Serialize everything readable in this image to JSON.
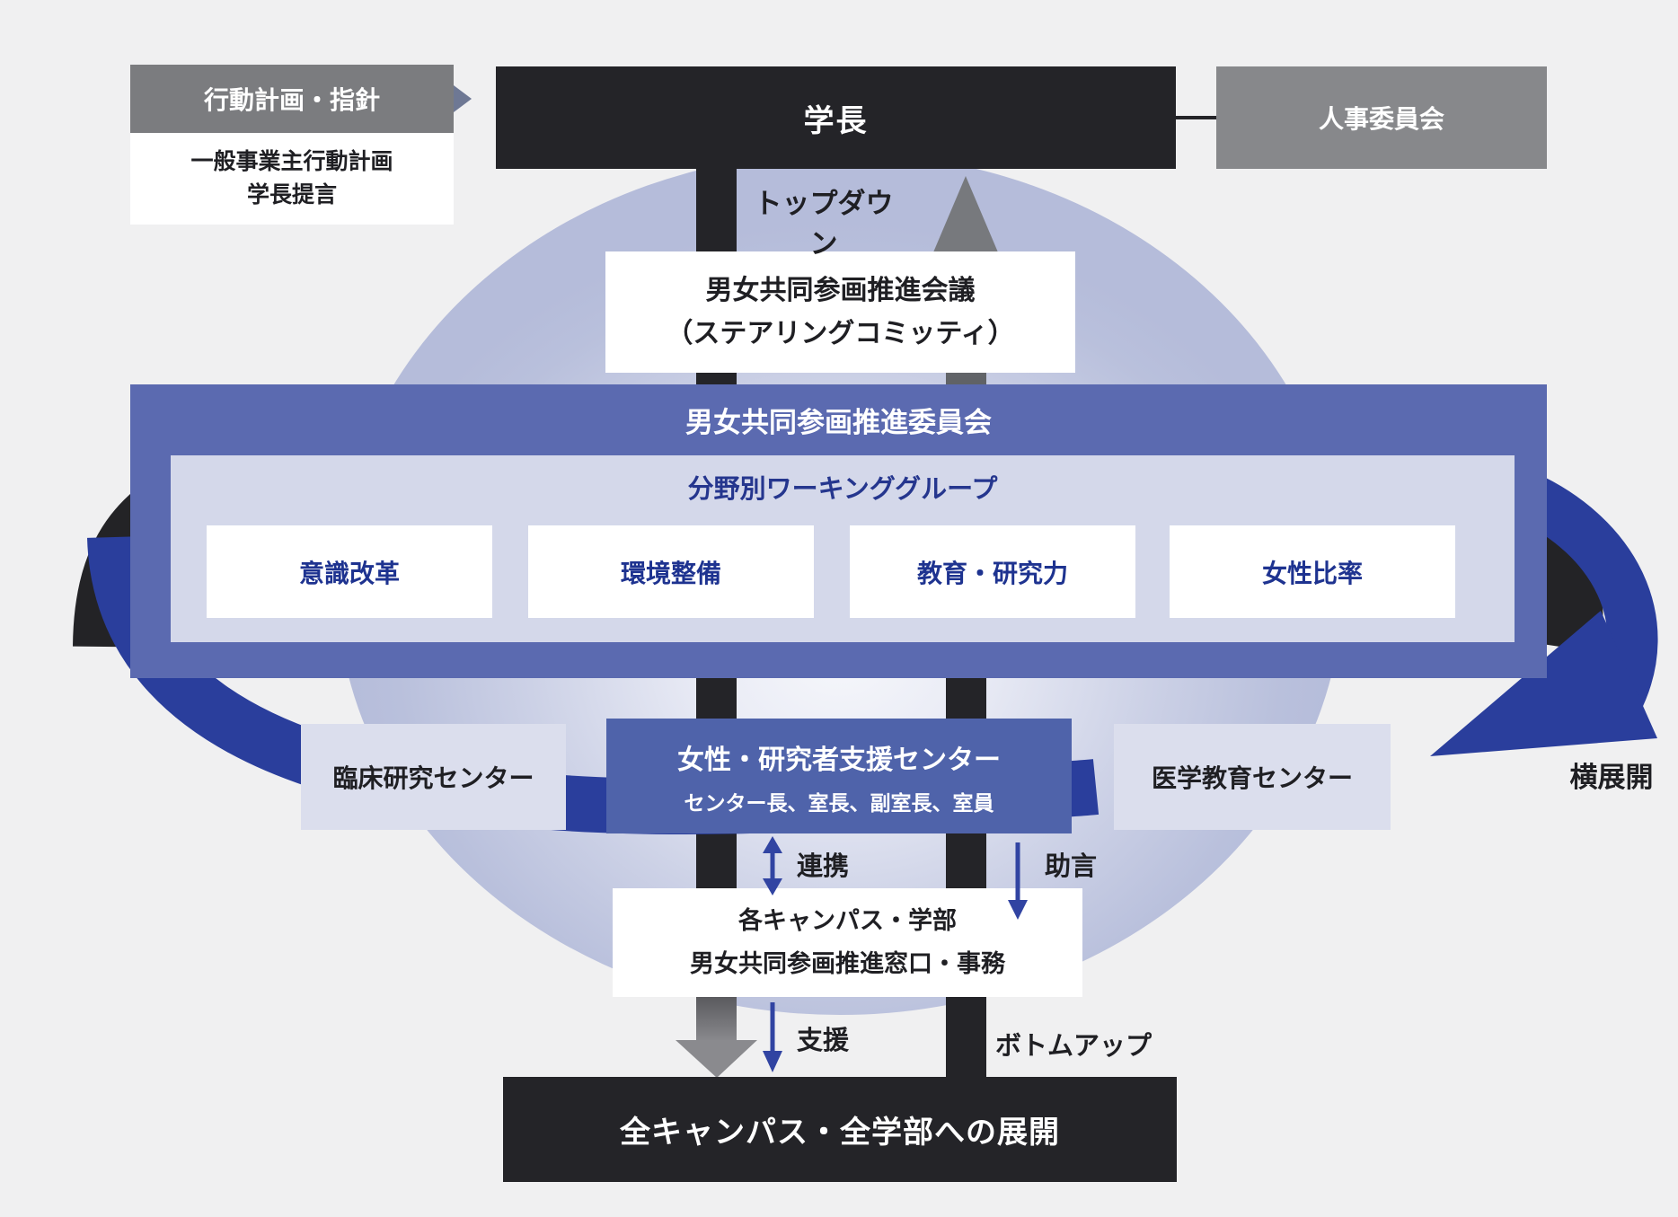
{
  "colors": {
    "background": "#f0f0f1",
    "band_blue": "#5b6ab0",
    "inner_lavender": "#d4d8ea",
    "deep_blue_text": "#1e3390",
    "support_box_blue": "#4f63aa",
    "swirl_blue": "#2a3e9c",
    "black_box": "#242428",
    "gray_box": "#7b7c7f",
    "thin_arrow_blue": "#3144a2"
  },
  "top_left": {
    "header": "行動計画・指針",
    "line1": "一般事業主行動計画",
    "line2": "学長提言"
  },
  "president": "学長",
  "hr_committee": "人事委員会",
  "flows": {
    "top_down": "トップダウン",
    "bottom_up": "ボトムアップ",
    "horizontal": "横展開",
    "collaboration": "連携",
    "advice": "助言",
    "support": "支援"
  },
  "steering": {
    "line1": "男女共同参画推進会議",
    "line2": "（ステアリングコミッティ）"
  },
  "committee": {
    "title": "男女共同参画推進委員会",
    "working_group": {
      "title": "分野別ワーキンググループ",
      "items": [
        "意識改革",
        "環境整備",
        "教育・研究力",
        "女性比率"
      ]
    }
  },
  "centers": {
    "clinical": "臨床研究センター",
    "support_title": "女性・研究者支援センター",
    "support_subtitle": "センター長、室長、副室長、室員",
    "medical": "医学教育センター"
  },
  "campus": {
    "line1": "各キャンパス・学部",
    "line2": "男女共同参画推進窓口・事務"
  },
  "deployment": "全キャンパス・全学部への展開"
}
